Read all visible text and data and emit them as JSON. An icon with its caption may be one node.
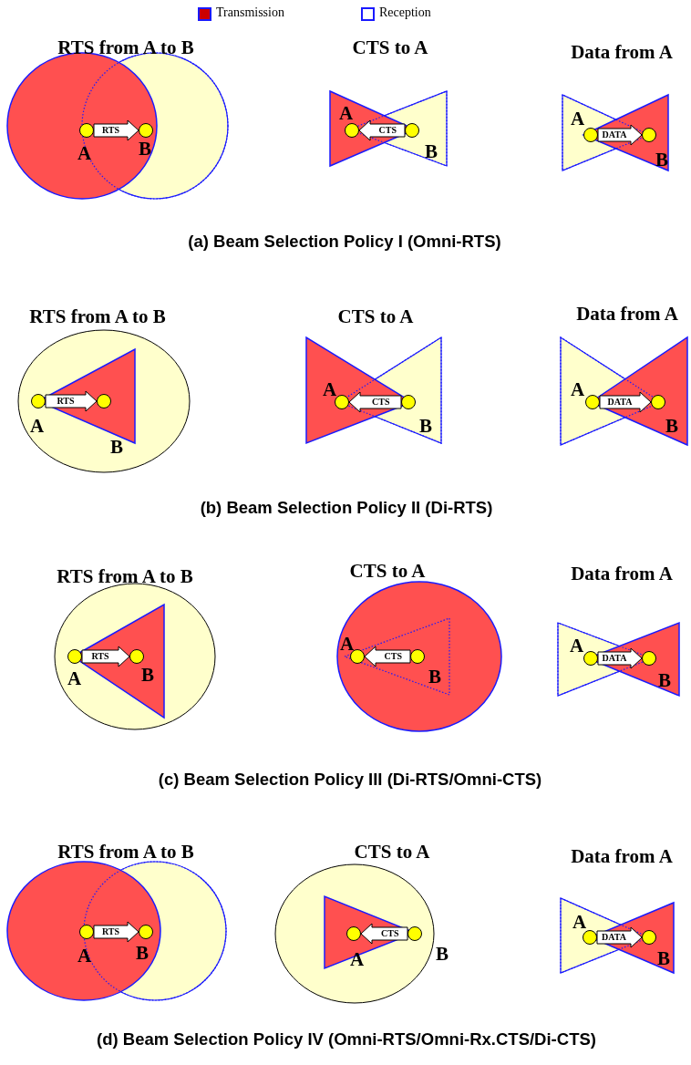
{
  "diagram": {
    "nodes": [
      {
        "text": [
          "A"
        ]
      },
      {
        "text": [
          "B"
        ]
      },
      {
        "text": [
          "A"
        ]
      },
      {
        "text": [
          "B"
        ]
      },
      {
        "text": [
          "A"
        ]
      },
      {
        "text": [
          "B"
        ]
      },
      {
        "text": [
          "A"
        ]
      },
      {
        "text": [
          "B"
        ]
      },
      {
        "text": [
          "A"
        ]
      },
      {
        "text": [
          "B"
        ]
      },
      {
        "text": [
          "A"
        ]
      },
      {
        "text": [
          "B"
        ]
      },
      {
        "text": [
          "A"
        ]
      },
      {
        "text": [
          "B"
        ]
      },
      {
        "text": [
          "A"
        ]
      },
      {
        "text": [
          "B"
        ]
      },
      {
        "text": [
          "A"
        ]
      },
      {
        "text": [
          "B"
        ]
      },
      {
        "text": [
          "A"
        ]
      },
      {
        "text": [
          "B"
        ]
      },
      {
        "text": [
          "A"
        ]
      },
      {
        "text": [
          "B"
        ]
      },
      {
        "text": [
          "A"
        ]
      },
      {
        "text": [
          "B"
        ]
      }
    ],
    "edges": [
      {
        "from": 0,
        "to": 1,
        "arrow": "to",
        "label": "RTS"
      },
      {
        "from": 3,
        "to": 2,
        "arrow": "to",
        "label": "CTS"
      },
      {
        "from": 4,
        "to": 5,
        "arrow": "to",
        "label": "DATA"
      },
      {
        "from": 6,
        "to": 7,
        "arrow": "to",
        "label": "RTS"
      },
      {
        "from": 9,
        "to": 8,
        "arrow": "to",
        "label": "CTS"
      },
      {
        "from": 10,
        "to": 11,
        "arrow": "to",
        "label": "DATA"
      },
      {
        "from": 12,
        "to": 13,
        "arrow": "to",
        "label": "RTS"
      },
      {
        "from": 15,
        "to": 14,
        "arrow": "to",
        "label": "CTS"
      },
      {
        "from": 16,
        "to": 17,
        "arrow": "to",
        "label": "DATA"
      },
      {
        "from": 18,
        "to": 19,
        "arrow": "to",
        "label": "RTS"
      },
      {
        "from": 21,
        "to": 20,
        "arrow": "to",
        "label": "CTS"
      },
      {
        "from": 22,
        "to": 23,
        "arrow": "to",
        "label": "DATA"
      }
    ],
    "labels": [
      "RTS from A to B",
      "CTS to A",
      "Data from A",
      "(a) Beam Selection Policy I (Omni-RTS)",
      "RTS from A to B",
      "CTS to A",
      "Data from A",
      "(b) Beam Selection Policy II (Di-RTS)",
      "RTS from A to B",
      "CTS to A",
      "Data from A",
      "(c) Beam Selection Policy III (Di-RTS/Omni-CTS)",
      "RTS from A to B",
      "CTS to A",
      "Data from A",
      "(d) Beam Selection Policy IV (Omni-RTS/Omni-Rx.CTS/Di-CTS)"
    ],
    "legend": [
      {
        "text": "Transmission",
        "color": "#cc0000"
      },
      {
        "text": "Reception",
        "color": "#ffffff"
      }
    ]
  }
}
